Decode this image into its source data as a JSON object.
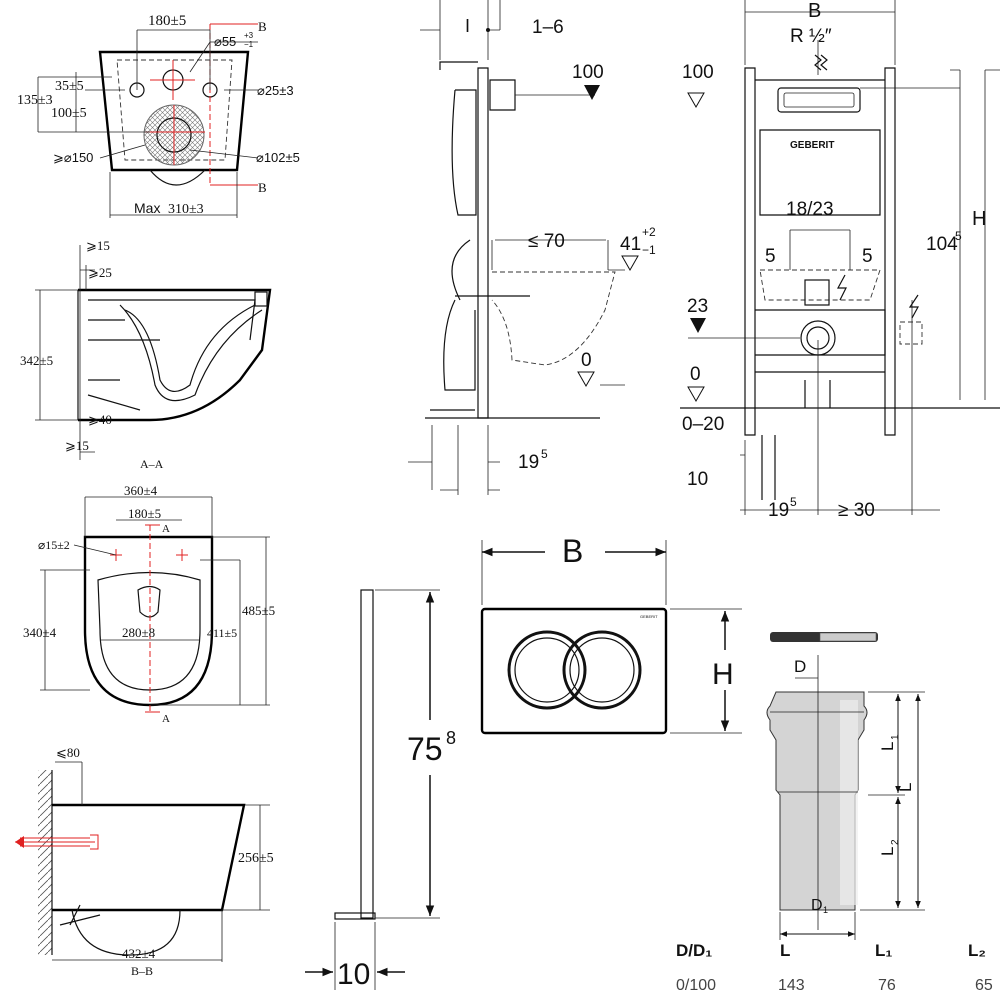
{
  "top_view": {
    "dim_width": "180±5",
    "dim_hole": "⌀55",
    "dim_hole_tol_up": "+3",
    "dim_hole_tol_down": "−1",
    "dim_135": "135±3",
    "dim_35": "35±5",
    "dim_100": "100±5",
    "dim_25": "⌀25±3",
    "dim_150": "⩾⌀150",
    "dim_102": "⌀102±5",
    "dim_max": "Max",
    "dim_310": "310±3",
    "section_b_top": "B",
    "section_b_bottom": "B"
  },
  "section_aa": {
    "dim_15_top": "⩾15",
    "dim_25": "⩾25",
    "dim_342": "342±5",
    "dim_40": "⩾40",
    "dim_15_bottom": "⩾15",
    "label": "A–A"
  },
  "seat_view": {
    "dim_360": "360±4",
    "dim_180": "180±5",
    "dim_15": "⌀15±2",
    "dim_340": "340±4",
    "dim_280": "280±8",
    "dim_485": "485±5",
    "dim_411": "411±5",
    "section_a_top": "A",
    "section_a_bottom": "A"
  },
  "section_bb": {
    "dim_80": "⩽80",
    "dim_256": "256±5",
    "dim_432": "432±4",
    "label": "B–B"
  },
  "frame_side": {
    "dim_top": "1–6",
    "dim_100": "100",
    "dim_70": "≤ 70",
    "dim_41": "41",
    "dim_41_up": "+2",
    "dim_41_down": "−1",
    "dim_0": "0",
    "dim_19": "19",
    "dim_19_sup": "5"
  },
  "frame_front": {
    "dim_b": "B",
    "dim_r": "R ½″",
    "dim_100": "100",
    "dim_18_23": "18/23",
    "dim_5_left": "5",
    "dim_5_right": "5",
    "dim_h": "H",
    "dim_104": "104",
    "dim_104_sup": "5",
    "dim_23": "23",
    "dim_0": "0",
    "dim_0_20": "0–20",
    "dim_10": "10",
    "dim_19": "19",
    "dim_19_sup": "5",
    "dim_30": "≥ 30",
    "brand": "GEBERIT"
  },
  "flush_plate": {
    "dim_b": "B",
    "dim_h": "H",
    "brand": "GEBERIT"
  },
  "bar": {
    "dim_75": "75",
    "dim_75_sup": "8",
    "dim_10": "10"
  },
  "pipe": {
    "dim_d": "D",
    "dim_l": "L",
    "dim_l1": "L",
    "dim_l1_sub": "1",
    "dim_l2": "L",
    "dim_l2_sub": "2",
    "dim_d1": "D",
    "dim_d1_sub": "1"
  },
  "table": {
    "headers": [
      "D/D₁",
      "L",
      "L₁",
      "L₂"
    ],
    "rows": [
      [
        "0/100",
        "143",
        "76",
        "65"
      ]
    ]
  }
}
